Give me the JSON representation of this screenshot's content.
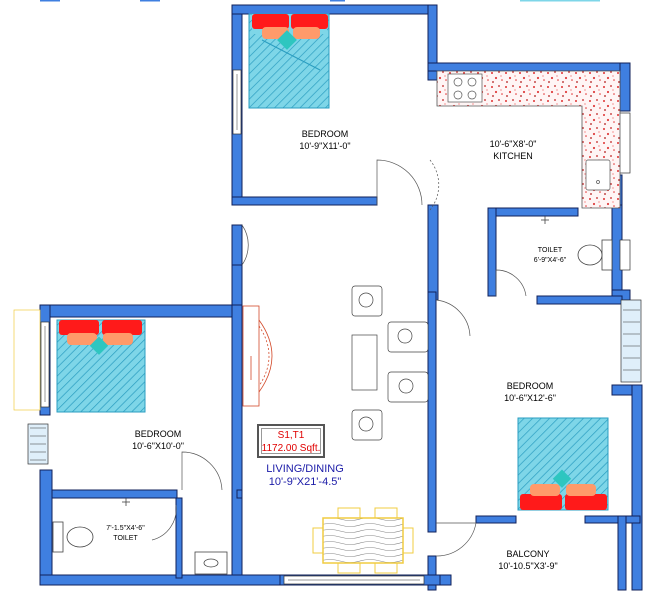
{
  "rooms": {
    "bedroom_top": {
      "name": "BEDROOM",
      "size": "10'-9\"X11'-0\""
    },
    "kitchen": {
      "size": "10'-6\"X8'-0\"",
      "name": "KITCHEN"
    },
    "toilet_right": {
      "name": "TOILET",
      "size": "6'-9\"X4'-6\""
    },
    "bedroom_left": {
      "name": "BEDROOM",
      "size": "10'-6\"X10'-0\""
    },
    "bedroom_right": {
      "name": "BEDROOM",
      "size": "10'-6\"X12'-6\""
    },
    "toilet_left": {
      "size": "7'-1.5\"X4'-6\"",
      "name": "TOILET"
    },
    "living": {
      "name": "LIVING/DINING",
      "size": "10'-9\"X21'-4.5\""
    },
    "balcony": {
      "name": "BALCONY",
      "size": "10'-10.5\"X3'-9\""
    }
  },
  "unit": {
    "id": "S1,T1",
    "area": "1172.00 Sqft."
  },
  "colors": {
    "wall": "#3f7fe0",
    "wall_edge": "#10205a",
    "bed_blanket": "#5ac8dc",
    "pillow": "#ff1a1a",
    "pillow_inner": "#ff9a6a",
    "dining": "#f0cc40",
    "counter_speckle": "#e03030",
    "unit_text": "#e00000",
    "living_text": "#1c1ca8"
  }
}
